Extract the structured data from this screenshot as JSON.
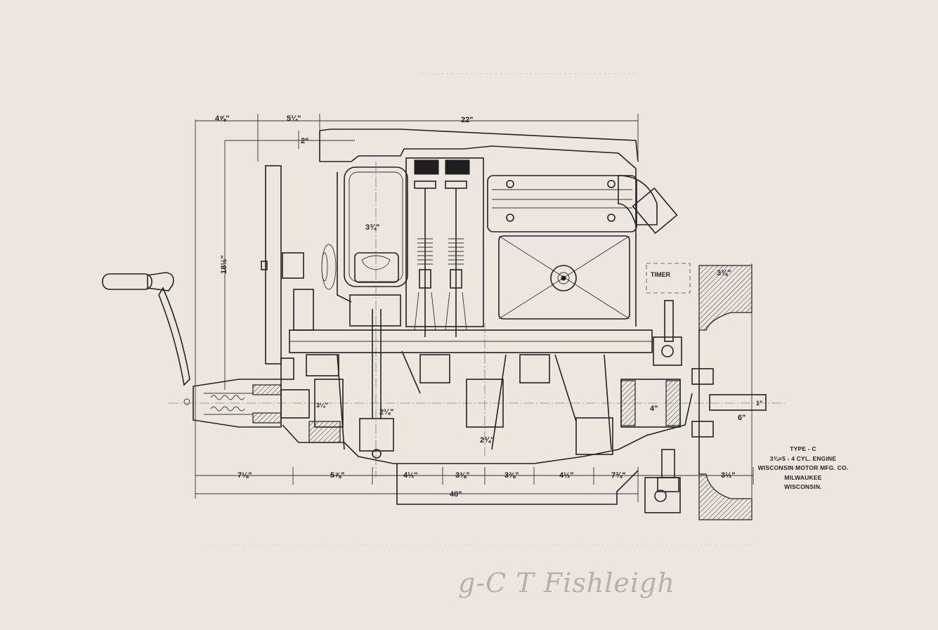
{
  "title_block": {
    "line1": "TYPE - C",
    "line2": "3¾×5 - 4 CYL. ENGINE",
    "line3": "WISCONSIN MOTOR MFG. CO.",
    "line4": "MILWAUKEE",
    "line5": "WISCONSIN."
  },
  "labels": {
    "timer": "TIMER"
  },
  "dimensions": {
    "top_left": "4⅝\"",
    "top_second": "5¼\"",
    "overall_top": "22\"",
    "vertical_small": "2\"",
    "height": "18½\"",
    "cylinder_bore": "3¾\"",
    "flywheel_width": "3¾\"",
    "pin_small": "2¼\"",
    "bearing_length": "2¾\"",
    "front_bearing": "3¼\"",
    "rear_bearing": "4\"",
    "shaft_extension": "6\"",
    "shaft_dia": "1\"",
    "bottom_1": "7⅛\"",
    "bottom_2": "5⅞\"",
    "bottom_3": "4½\"",
    "bottom_4": "3⅜\"",
    "bottom_5": "3⅜\"",
    "bottom_6": "4½\"",
    "bottom_7": "7¾\"",
    "bottom_8": "3½\"",
    "overall_bottom": "40\""
  },
  "signature": "g-C T Fishleigh",
  "colors": {
    "paper": "#ece6de",
    "ink": "#222222",
    "pencil": "#b4b0ab"
  }
}
